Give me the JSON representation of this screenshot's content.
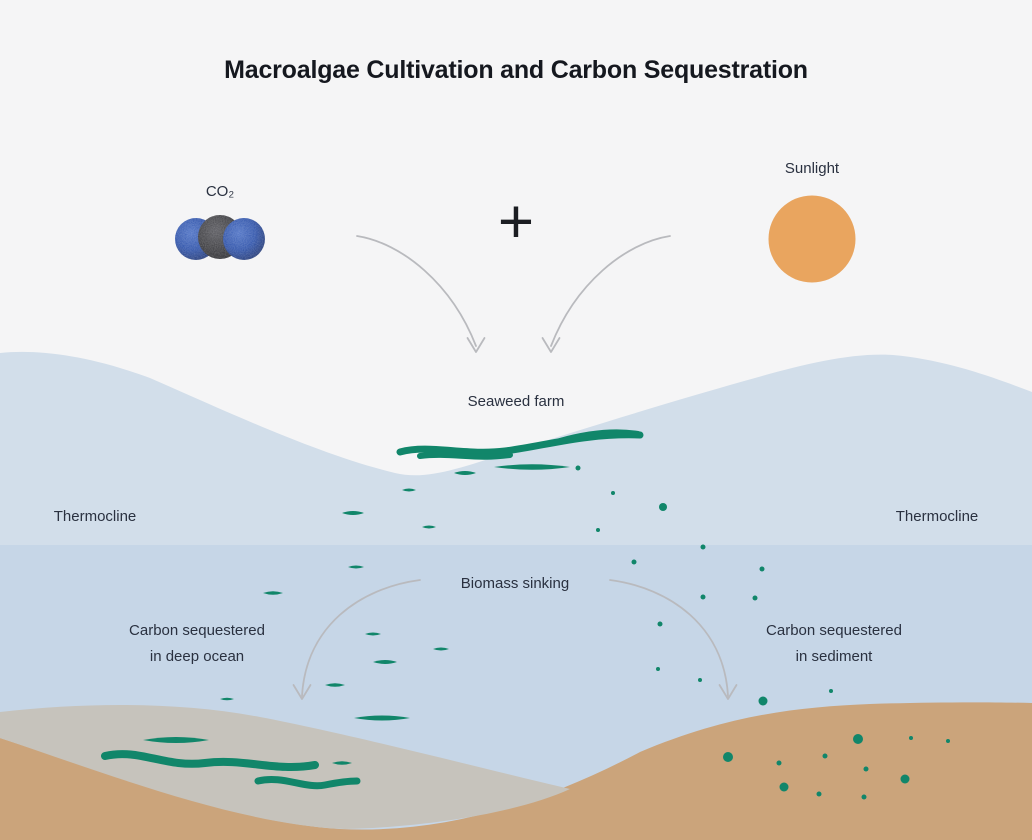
{
  "title": "Macroalgae Cultivation and Carbon Sequestration",
  "labels": {
    "co2": "CO₂",
    "plus": "+",
    "sunlight": "Sunlight",
    "seaweed_farm": "Seaweed farm",
    "thermocline_left": "Thermocline",
    "thermocline_right": "Thermocline",
    "biomass_sinking": "Biomass sinking",
    "carbon_deep_ocean_line1": "Carbon sequestered",
    "carbon_deep_ocean_line2": "in deep ocean",
    "carbon_sediment_line1": "Carbon sequestered",
    "carbon_sediment_line2": "in sediment"
  },
  "colors": {
    "background": "#f5f5f6",
    "water_upper": "#d2deea",
    "water_lower": "#c6d6e7",
    "sediment_gray": "#c6c3bc",
    "sediment_tan": "#cba47b",
    "seaweed_green": "#11866a",
    "sun_orange": "#e9a55f",
    "molecule_blue": "#2a4fa8",
    "molecule_dark": "#38383c",
    "arrow_gray": "#b9babe",
    "text_dark": "#2a3140",
    "title_dark": "#15181f"
  },
  "icons": {
    "co2_molecule": "co2-molecule-icon",
    "sun": "sun-icon",
    "plus": "plus-icon"
  }
}
